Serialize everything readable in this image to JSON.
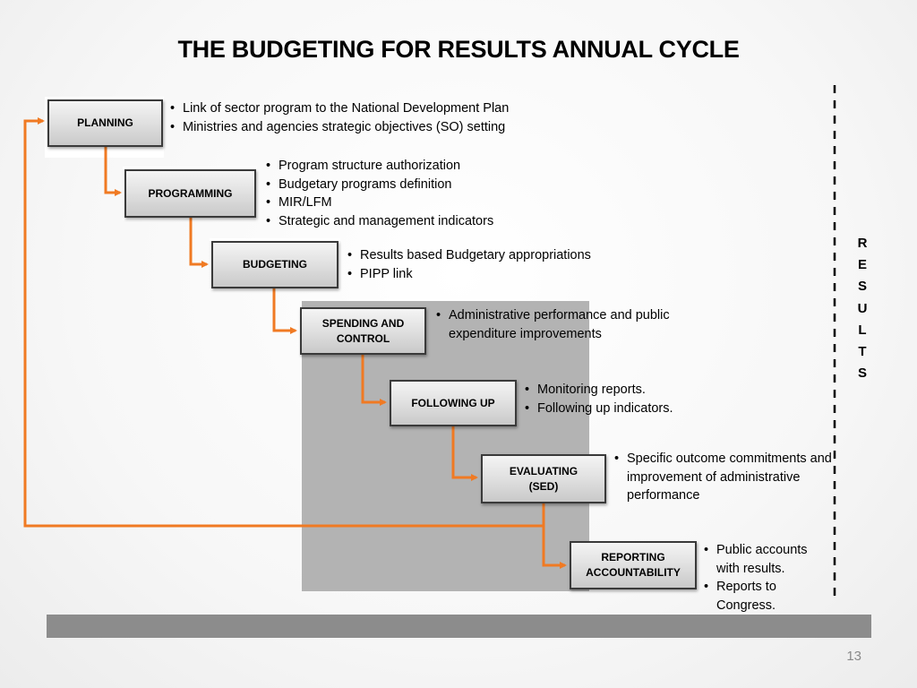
{
  "title": "THE BUDGETING FOR RESULTS ANNUAL CYCLE",
  "accent_color": "#f07a23",
  "steps": [
    {
      "label": "PLANNING",
      "bullets": [
        "Link of sector program to the National Development Plan",
        "Ministries and agencies strategic objectives (SO) setting"
      ]
    },
    {
      "label": "PROGRAMMING",
      "bullets": [
        "Program structure authorization",
        "Budgetary programs definition",
        "MIR/LFM",
        "Strategic and management indicators"
      ]
    },
    {
      "label": "BUDGETING",
      "bullets": [
        "Results based Budgetary appropriations",
        "PIPP link"
      ]
    },
    {
      "label": "SPENDING AND\nCONTROL",
      "bullets": [
        "Administrative performance and public expenditure improvements"
      ]
    },
    {
      "label": "FOLLOWING UP",
      "bullets": [
        "Monitoring reports.",
        "Following up indicators."
      ]
    },
    {
      "label": "EVALUATING\n(SED)",
      "bullets": [
        "Specific outcome commitments and improvement of administrative performance"
      ]
    },
    {
      "label": "REPORTING\nACCOUNTABILITY",
      "bullets": [
        "Public accounts with results.",
        "Reports to Congress."
      ]
    }
  ],
  "results_letters": [
    "R",
    "E",
    "S",
    "U",
    "L",
    "T",
    "S"
  ],
  "page_number": "13"
}
